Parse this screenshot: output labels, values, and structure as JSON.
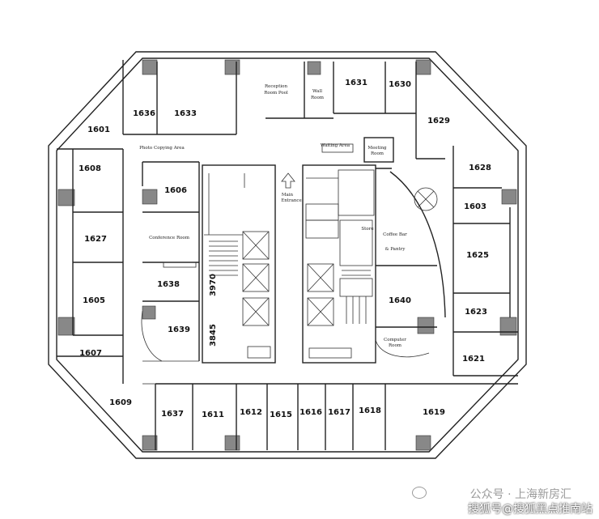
{
  "title": "",
  "rooms": [
    {
      "id": "1601"
    },
    {
      "id": "1636"
    },
    {
      "id": "1633"
    },
    {
      "id": "1631"
    },
    {
      "id": "1630"
    },
    {
      "id": "1629"
    },
    {
      "id": "1628"
    },
    {
      "id": "1603"
    },
    {
      "id": "1625"
    },
    {
      "id": "1623"
    },
    {
      "id": "1621"
    },
    {
      "id": "1640"
    },
    {
      "id": "1639"
    },
    {
      "id": "1638"
    },
    {
      "id": "1606"
    },
    {
      "id": "1608"
    },
    {
      "id": "1627"
    },
    {
      "id": "1605"
    },
    {
      "id": "1607"
    },
    {
      "id": "1609"
    },
    {
      "id": "1637"
    },
    {
      "id": "1611"
    },
    {
      "id": "1612"
    },
    {
      "id": "1615"
    },
    {
      "id": "1616"
    },
    {
      "id": "1617"
    },
    {
      "id": "1618"
    },
    {
      "id": "1619"
    }
  ],
  "labels": {
    "reception": "Reception",
    "reception2": "Room Pool",
    "wall_room_1": "Wall",
    "wall_room_2": "Room",
    "photo_copying": "Photo Copying Area",
    "waiting_area": "Waiting Area",
    "meeting_room_1": "Meeting",
    "meeting_room_2": "Room",
    "main_entrance_1": "Main",
    "main_entrance_2": "Entrance",
    "conference_room": "Conference Room",
    "coffee_bar_1": "Coffee Bar",
    "coffee_bar_2": "& Pantry",
    "computer_room_1": "Computer",
    "computer_room_2": "Room",
    "small_label": "Store"
  },
  "dimensions": {
    "dim_a": "3970",
    "dim_b": "3845"
  },
  "watermarks": {
    "top": "公众号 · 上海新房汇",
    "bottom": "搜狐号@搜狐黑点推南站"
  }
}
